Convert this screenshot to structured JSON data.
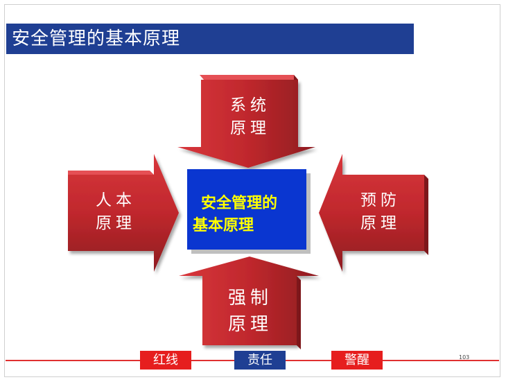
{
  "slide": {
    "title": "安全管理的基本原理",
    "center": {
      "line1": "安全管理的",
      "line2": "基本原理"
    },
    "arrows": {
      "top": {
        "line1": "系统",
        "line2": "原理"
      },
      "left": {
        "line1": "人本",
        "line2": "原理"
      },
      "right": {
        "line1": "预防",
        "line2": "原理"
      },
      "bottom": {
        "line1": "强制",
        "line2": "原理"
      }
    },
    "footer": {
      "tags": [
        {
          "label": "红线",
          "color": "#e61e1e"
        },
        {
          "label": "责任",
          "color": "#1f3f93"
        },
        {
          "label": "警醒",
          "color": "#e61e1e"
        }
      ],
      "page_number": "103"
    }
  },
  "colors": {
    "title_bg": "#1f3f93",
    "arrow_fill": "#c0282d",
    "arrow_dark": "#8e1c20",
    "center_fill": "#0a36d0",
    "center_text": "#ffff00",
    "footer_line": "#e03030"
  }
}
